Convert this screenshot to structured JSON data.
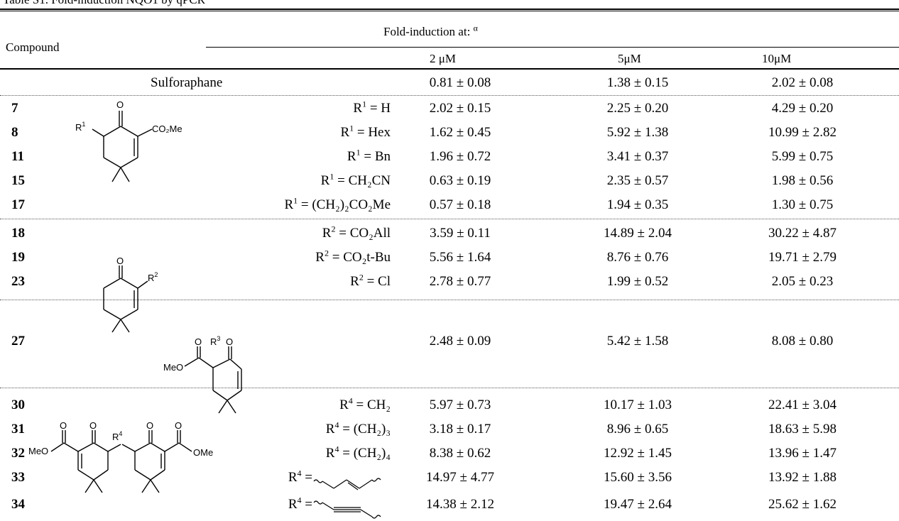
{
  "caption": "Table S1. Fold-induction NQO1 by qPCR",
  "header": {
    "compound": "Compound",
    "fold_label": "Fold-induction at:",
    "fold_sup": "α",
    "conc": [
      "2 μM",
      "5μM",
      "10μM"
    ]
  },
  "reference": {
    "name": "Sulforaphane",
    "values": [
      "0.81 ± 0.08",
      "1.38 ± 0.15",
      "2.02 ± 0.08"
    ]
  },
  "groups": [
    {
      "rows": [
        {
          "num": "7",
          "var": "R",
          "sup": "1",
          "rest": " = H",
          "values": [
            "2.02 ± 0.15",
            "2.25 ± 0.20",
            "4.29 ± 0.20"
          ]
        },
        {
          "num": "8",
          "var": "R",
          "sup": "1",
          "rest": " = Hex",
          "values": [
            "1.62 ± 0.45",
            "5.92 ± 1.38",
            "10.99 ± 2.82"
          ]
        },
        {
          "num": "11",
          "var": "R",
          "sup": "1",
          "rest": " = Bn",
          "values": [
            "1.96 ± 0.72",
            "3.41 ± 0.37",
            "5.99 ± 0.75"
          ]
        },
        {
          "num": "15",
          "var": "R",
          "sup": "1",
          "rest": " = CH₂CN",
          "values": [
            "0.63 ± 0.19",
            "2.35 ± 0.57",
            "1.98 ± 0.56"
          ]
        },
        {
          "num": "17",
          "var": "R",
          "sup": "1",
          "rest": " = (CH₂)₂CO₂Me",
          "values": [
            "0.57 ± 0.18",
            "1.94 ± 0.35",
            "1.30 ± 0.75"
          ]
        }
      ]
    },
    {
      "rows": [
        {
          "num": "18",
          "var": "R",
          "sup": "2",
          "rest": " = CO₂All",
          "values": [
            "3.59 ± 0.11",
            "14.89 ± 2.04",
            "30.22 ± 4.87"
          ]
        },
        {
          "num": "19",
          "var": "R",
          "sup": "2",
          "rest": " = CO₂t-Bu",
          "values": [
            "5.56 ± 1.64",
            "8.76 ± 0.76",
            "19.71 ± 2.79"
          ]
        },
        {
          "num": "23",
          "var": "R",
          "sup": "2",
          "rest": " = Cl",
          "values": [
            "2.78 ± 0.77",
            "1.99 ± 0.52",
            "2.05 ± 0.23"
          ]
        }
      ]
    },
    {
      "rows": [
        {
          "num": "27",
          "var": "",
          "sup": "",
          "rest": "",
          "values": [
            "2.48 ± 0.09",
            "5.42 ± 1.58",
            "8.08 ± 0.80"
          ]
        }
      ]
    },
    {
      "rows": [
        {
          "num": "30",
          "var": "R",
          "sup": "4",
          "rest": " = CH₂",
          "values": [
            "5.97 ± 0.73",
            "10.17 ± 1.03",
            "22.41 ± 3.04"
          ]
        },
        {
          "num": "31",
          "var": "R",
          "sup": "4",
          "rest": " = (CH₂)₃",
          "values": [
            "3.18 ± 0.17",
            "8.96 ± 0.65",
            "18.63 ± 5.98"
          ]
        },
        {
          "num": "32",
          "var": "R",
          "sup": "4",
          "rest": " = (CH₂)₄",
          "values": [
            "8.38 ± 0.62",
            "12.92 ± 1.45",
            "13.96 ± 1.47"
          ]
        },
        {
          "num": "33",
          "var": "R",
          "sup": "4",
          "rest": " =",
          "values": [
            "14.97 ± 4.77",
            "15.60 ± 3.56",
            "13.92 ± 1.88"
          ]
        },
        {
          "num": "34",
          "var": "R",
          "sup": "4",
          "rest": " =",
          "values": [
            "14.38 ± 2.12",
            "19.47 ± 2.64",
            "25.62 ± 1.62"
          ]
        }
      ]
    }
  ],
  "structure_labels": {
    "s1_r": "R",
    "s1_rsup": "1",
    "s1_o": "O",
    "s1_ester": "CO₂Me",
    "s2_o": "O",
    "s2_r": "R",
    "s2_rsup": "2",
    "s3_o1": "O",
    "s3_o2": "O",
    "s3_r": "R",
    "s3_rsup": "3",
    "s3_meo": "MeO",
    "s4_meo": "MeO",
    "s4_ome": "OMe",
    "s4_r": "R",
    "s4_rsup": "4",
    "s4_o": "O"
  }
}
